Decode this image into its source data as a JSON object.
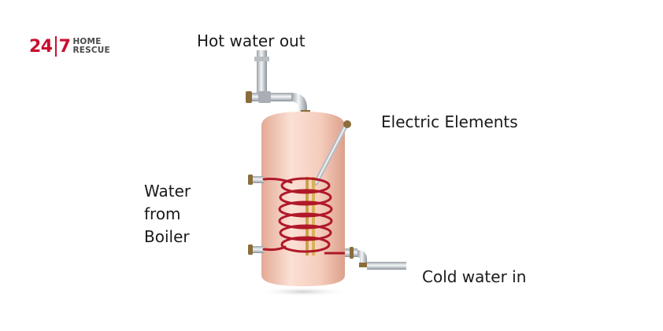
{
  "logo": {
    "number_left": "24",
    "number_right": "7",
    "word_top": "HOME",
    "word_bottom": "RESCUE",
    "brand_color": "#c8102e"
  },
  "labels": {
    "hot_water_out": "Hot water out",
    "electric_elements": "Electric Elements",
    "water_from_boiler": [
      "Water",
      "from",
      "Boiler"
    ],
    "cold_water_in": "Cold water in"
  },
  "colors": {
    "tank": "#f3c9b8",
    "coil": "#b0182a",
    "pipe": "#c9ced3",
    "fitting": "#8a6d3b"
  }
}
